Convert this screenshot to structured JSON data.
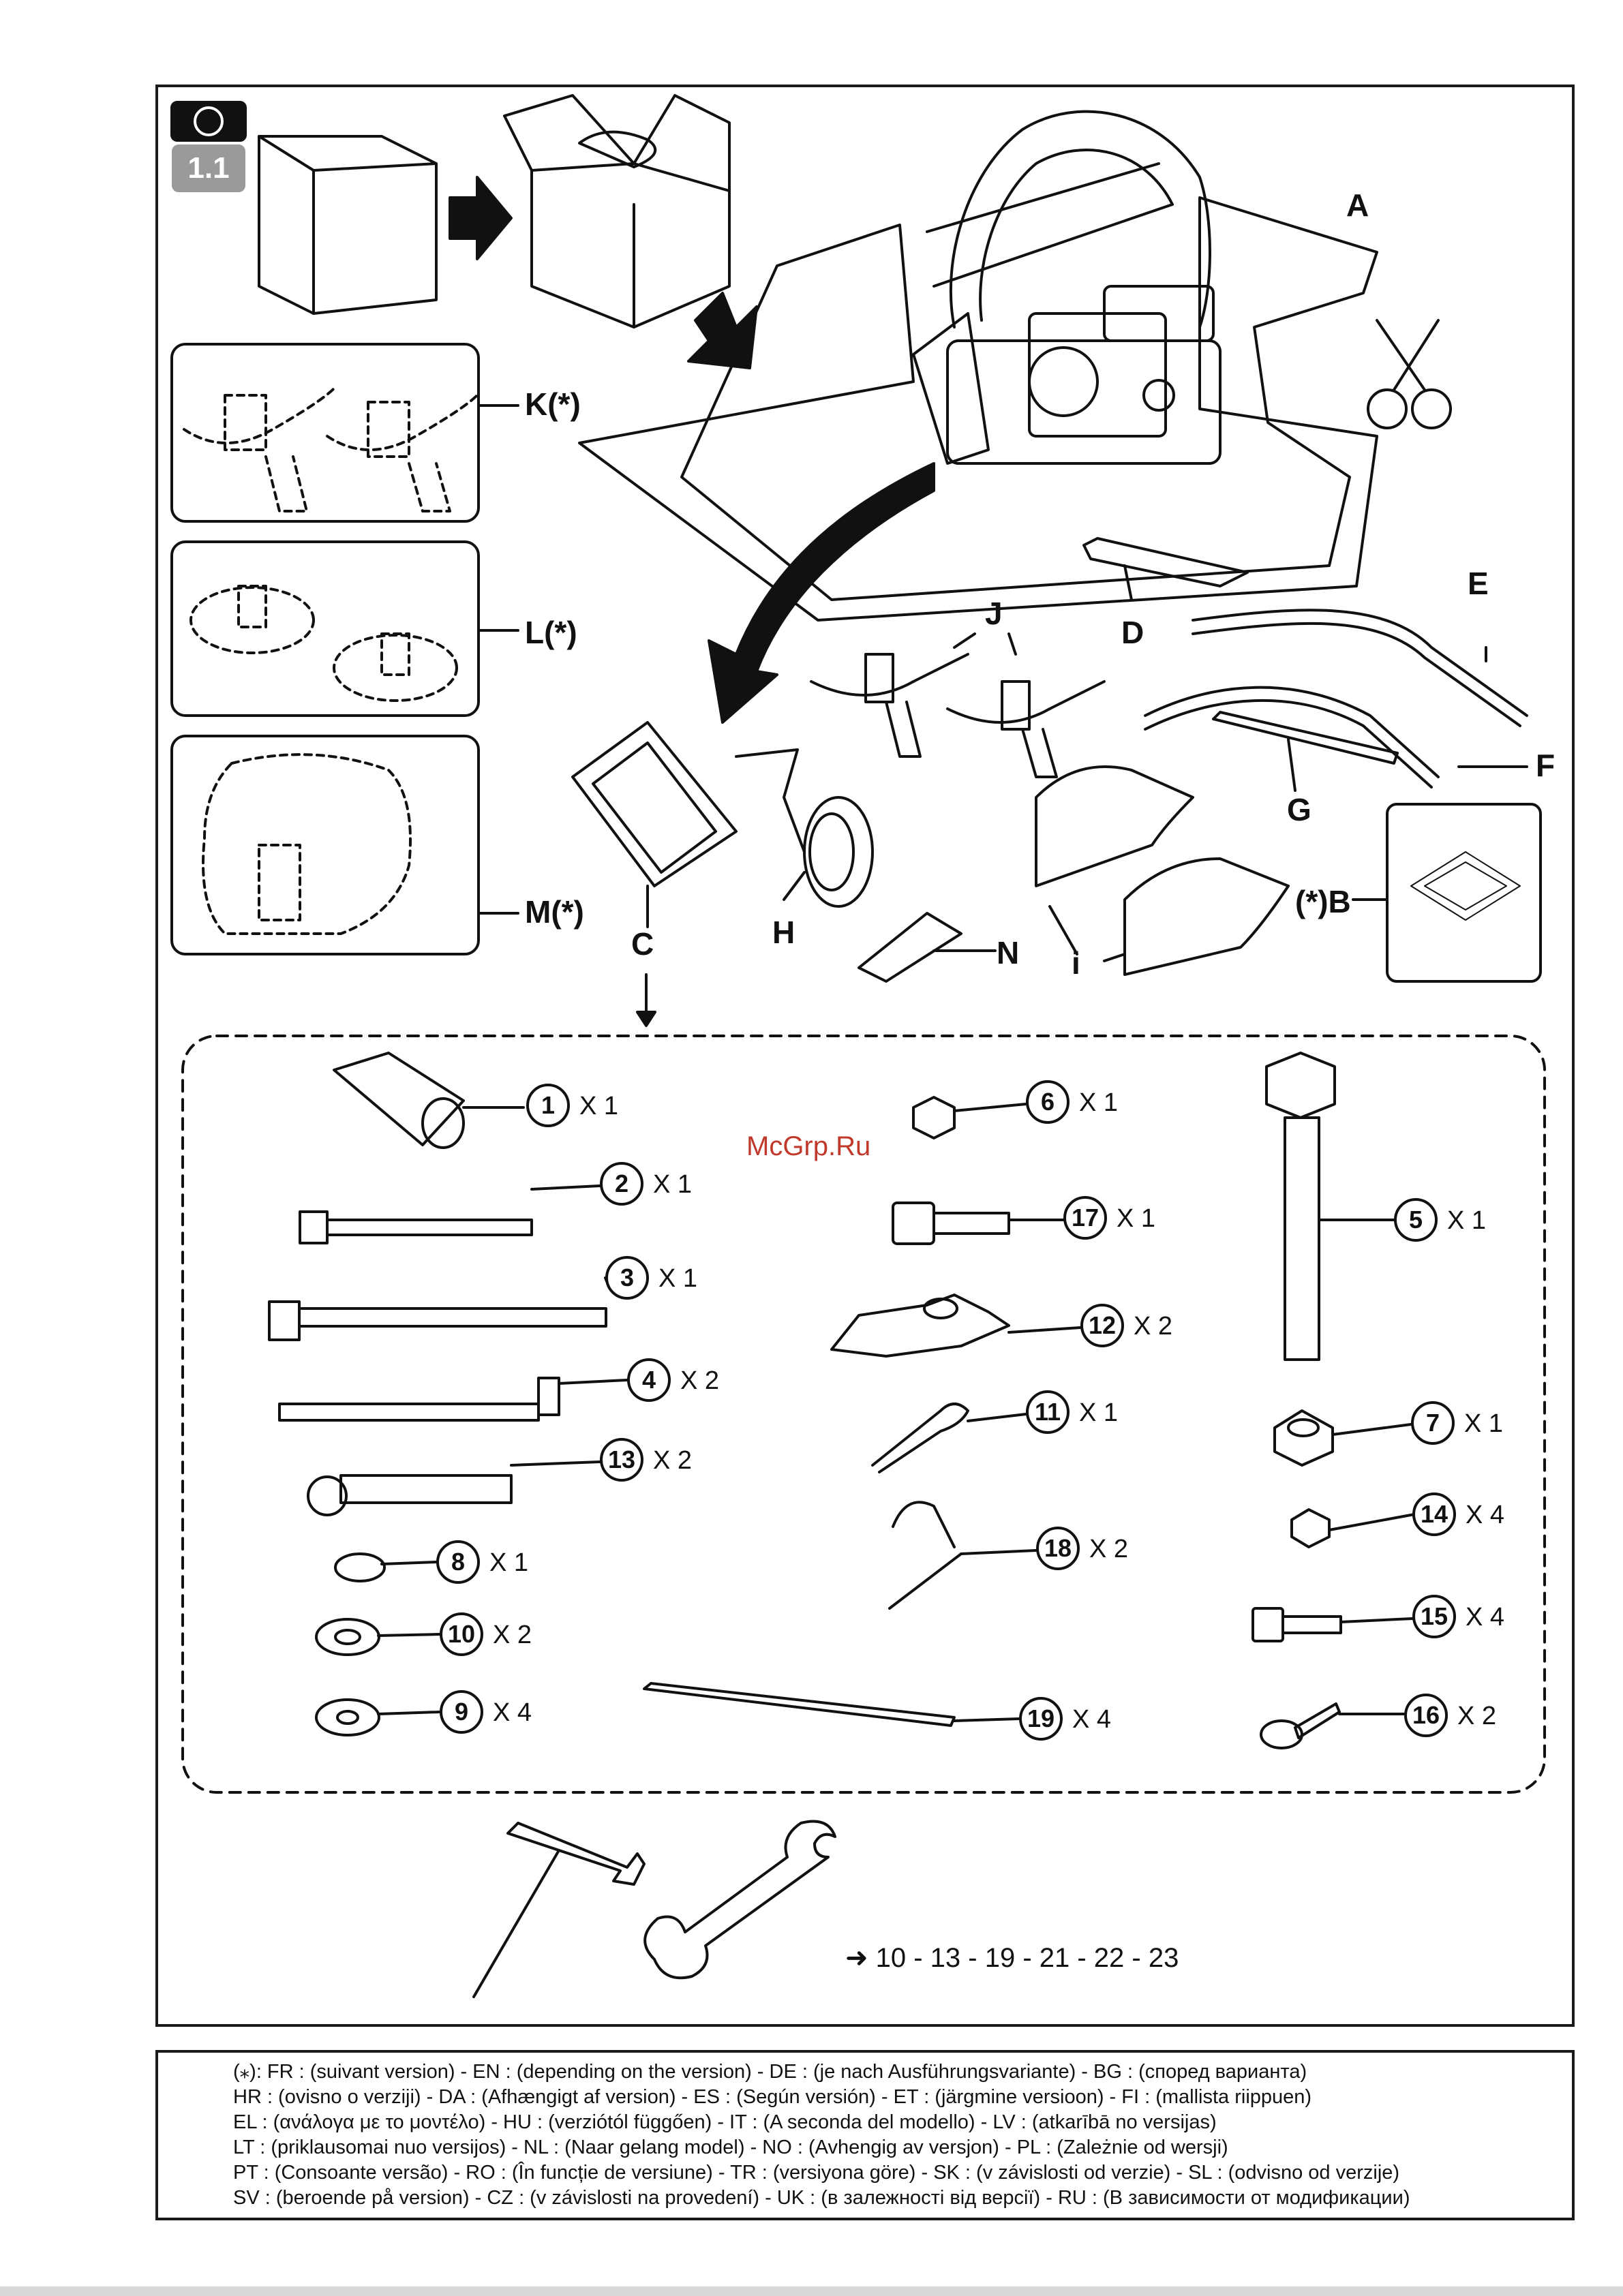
{
  "header": {
    "step": "1.1"
  },
  "labels": {
    "A": "A",
    "B": "(*)B",
    "C": "C",
    "D": "D",
    "E": "E",
    "F": "F",
    "G": "G",
    "H": "H",
    "i": "i",
    "J": "J",
    "K": "K(*)",
    "L": "L(*)",
    "M": "M(*)",
    "N": "N"
  },
  "parts": [
    {
      "num": "1",
      "qty": "X 1"
    },
    {
      "num": "2",
      "qty": "X 1"
    },
    {
      "num": "3",
      "qty": "X 1"
    },
    {
      "num": "4",
      "qty": "X 2"
    },
    {
      "num": "13",
      "qty": "X 2"
    },
    {
      "num": "8",
      "qty": "X 1"
    },
    {
      "num": "10",
      "qty": "X 2"
    },
    {
      "num": "9",
      "qty": "X 4"
    },
    {
      "num": "6",
      "qty": "X 1"
    },
    {
      "num": "17",
      "qty": "X 1"
    },
    {
      "num": "12",
      "qty": "X 2"
    },
    {
      "num": "11",
      "qty": "X 1"
    },
    {
      "num": "18",
      "qty": "X 2"
    },
    {
      "num": "19",
      "qty": "X 4"
    },
    {
      "num": "5",
      "qty": "X 1"
    },
    {
      "num": "7",
      "qty": "X 1"
    },
    {
      "num": "14",
      "qty": "X 4"
    },
    {
      "num": "15",
      "qty": "X 4"
    },
    {
      "num": "16",
      "qty": "X 2"
    }
  ],
  "see_steps": "➜ 10 - 13 - 19 - 21 - 22 - 23",
  "watermark": "McGrp.Ru",
  "footer": [
    "(⁎): FR : (suivant version) - EN : (depending on the version) - DE : (je nach Ausführungsvariante) - BG : (според варианта)",
    "HR : (ovisno o verziji) - DA : (Afhængigt af version) - ES : (Según versión) - ET : (järgmine versioon) - FI : (mallista riippuen)",
    "EL : (ανάλογα με το μοντέλο) - HU : (verziótól függően) - IT : (A seconda del modello) - LV : (atkarībā no versijas)",
    "LT : (priklausomai nuo versijos) - NL : (Naar gelang model) - NO : (Avhengig av versjon) - PL : (Zależnie od wersji)",
    "PT : (Consoante versão) - RO : (În funcție de versiune) - TR : (versiyona göre) - SK : (v závislosti od verzie) - SL : (odvisno od verzije)",
    "SV : (beroende på version) - CZ : (v závislosti na provedení) - UK : (в залежності від версії) - RU : (В зависимости от модификации)"
  ]
}
